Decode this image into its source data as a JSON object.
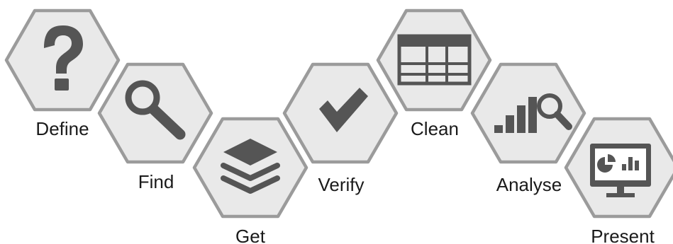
{
  "steps": [
    {
      "label": "Define",
      "icon": "question-mark-icon"
    },
    {
      "label": "Find",
      "icon": "magnifier-icon"
    },
    {
      "label": "Get",
      "icon": "layers-icon"
    },
    {
      "label": "Verify",
      "icon": "checkmark-icon"
    },
    {
      "label": "Clean",
      "icon": "table-grid-icon"
    },
    {
      "label": "Analyse",
      "icon": "bar-chart-search-icon"
    },
    {
      "label": "Present",
      "icon": "monitor-chart-icon"
    }
  ],
  "colors": {
    "hex_fill": "#e9e9e9",
    "hex_stroke": "#9b9b9b",
    "icon": "#555555",
    "text": "#1a1a1a"
  }
}
